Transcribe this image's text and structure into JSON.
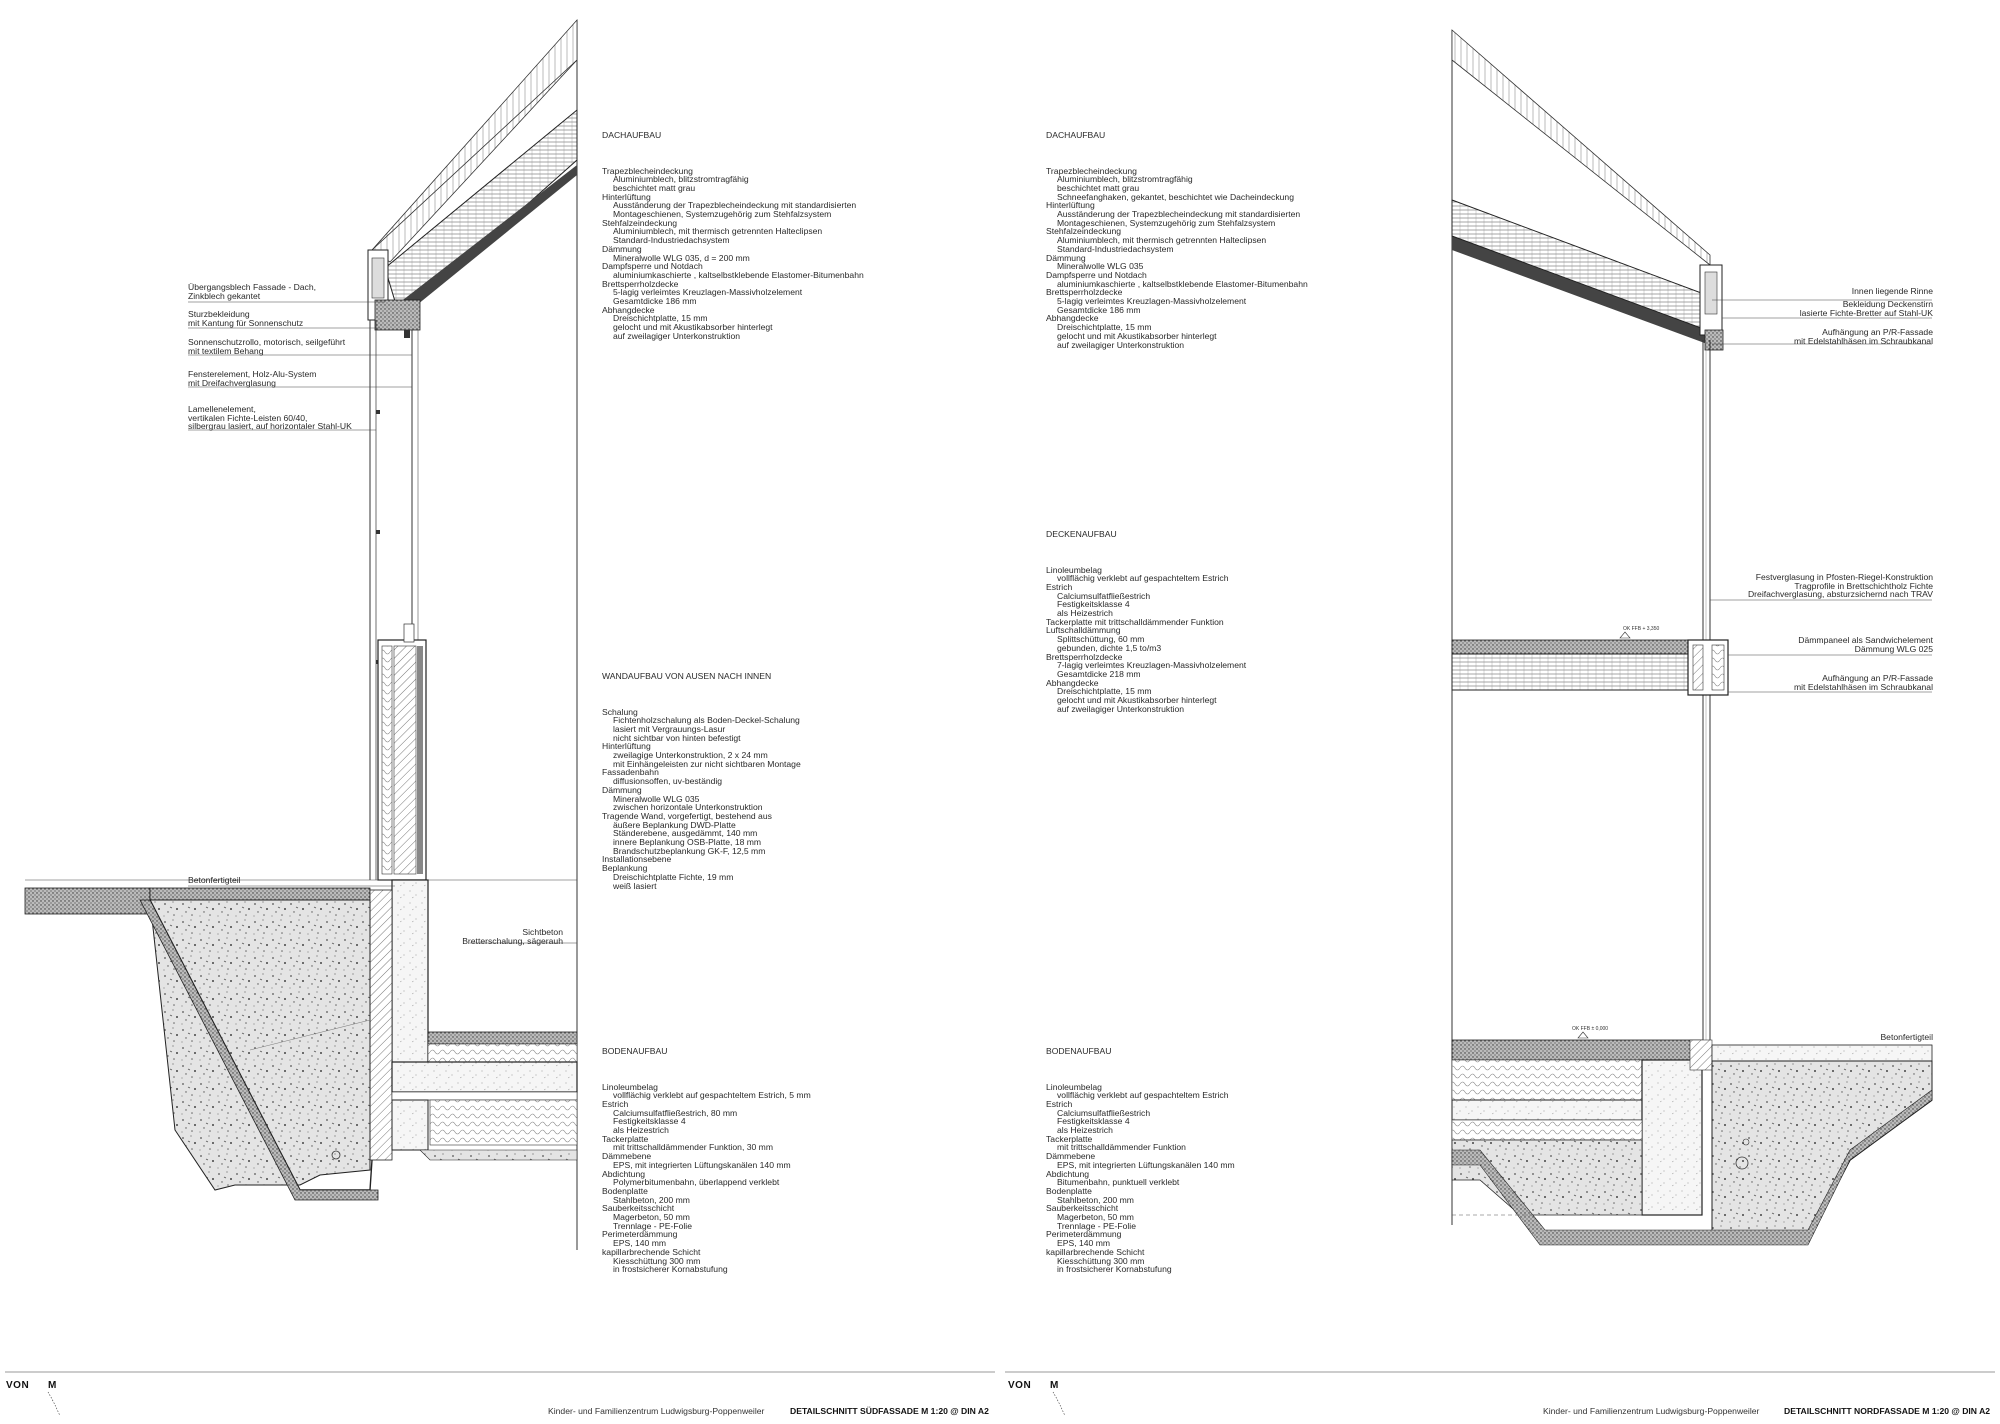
{
  "left": {
    "roof": {
      "heading": "DACHAUFBAU",
      "lines": [
        {
          "t": "Trapezblecheindeckung",
          "i": 0
        },
        {
          "t": "Aluminiumblech, blitzstromtragfähig",
          "i": 1
        },
        {
          "t": "beschichtet matt grau",
          "i": 1
        },
        {
          "t": "Hinterlüftung",
          "i": 0
        },
        {
          "t": "Ausständerung der Trapezblecheindeckung mit standardisierten",
          "i": 1
        },
        {
          "t": "Montageschienen, Systemzugehörig zum Stehfalzsystem",
          "i": 1
        },
        {
          "t": "Stehfalzeindeckung",
          "i": 0
        },
        {
          "t": "Aluminiumblech, mit thermisch getrennten Halteclipsen",
          "i": 1
        },
        {
          "t": "Standard-Industriedachsystem",
          "i": 1
        },
        {
          "t": "Dämmung",
          "i": 0
        },
        {
          "t": "Mineralwolle WLG 035, d = 200 mm",
          "i": 1
        },
        {
          "t": "Dampfsperre und Notdach",
          "i": 0
        },
        {
          "t": "aluminiumkaschierte , kaltselbstklebende Elastomer-Bitumenbahn",
          "i": 1
        },
        {
          "t": "Brettsperrholzdecke",
          "i": 0
        },
        {
          "t": "5-lagig verleimtes Kreuzlagen-Massivholzelement",
          "i": 1
        },
        {
          "t": "Gesamtdicke 186 mm",
          "i": 1
        },
        {
          "t": "Abhangdecke",
          "i": 0
        },
        {
          "t": "Dreischichtplatte, 15 mm",
          "i": 1
        },
        {
          "t": "gelocht und mit Akustikabsorber hinterlegt",
          "i": 1
        },
        {
          "t": "auf zweilagiger Unterkonstruktion",
          "i": 1
        }
      ]
    },
    "wall": {
      "heading": "WANDAUFBAU VON AUSEN NACH INNEN",
      "lines": [
        {
          "t": "Schalung",
          "i": 0
        },
        {
          "t": "Fichtenholzschalung als Boden-Deckel-Schalung",
          "i": 1
        },
        {
          "t": "lasiert mit Vergrauungs-Lasur",
          "i": 1
        },
        {
          "t": "nicht sichtbar von hinten befestigt",
          "i": 1
        },
        {
          "t": "Hinterlüftung",
          "i": 0
        },
        {
          "t": "zweilagige Unterkonstruktion, 2 x 24 mm",
          "i": 1
        },
        {
          "t": "mit Einhängeleisten zur nicht sichtbaren Montage",
          "i": 1
        },
        {
          "t": "Fassadenbahn",
          "i": 0
        },
        {
          "t": "diffusionsoffen, uv-beständig",
          "i": 1
        },
        {
          "t": "Dämmung",
          "i": 0
        },
        {
          "t": "Mineralwolle WLG 035",
          "i": 1
        },
        {
          "t": "zwischen horizontale Unterkonstruktion",
          "i": 1
        },
        {
          "t": "Tragende Wand, vorgefertigt, bestehend aus",
          "i": 0
        },
        {
          "t": "äußere Beplankung DWD-Platte",
          "i": 1
        },
        {
          "t": "Ständerebene, ausgedämmt, 140 mm",
          "i": 1
        },
        {
          "t": "innere Beplankung OSB-Platte, 18 mm",
          "i": 1
        },
        {
          "t": "Brandschutzbeplankung GK-F, 12,5 mm",
          "i": 1
        },
        {
          "t": "Installationsebene",
          "i": 0
        },
        {
          "t": "Beplankung",
          "i": 0
        },
        {
          "t": "Dreischichtplatte Fichte, 19 mm",
          "i": 1
        },
        {
          "t": "weiß lasiert",
          "i": 1
        }
      ]
    },
    "floor": {
      "heading": "BODENAUFBAU",
      "lines": [
        {
          "t": "Linoleumbelag",
          "i": 0
        },
        {
          "t": "vollflächig verklebt auf gespachteltem Estrich, 5 mm",
          "i": 1
        },
        {
          "t": "Estrich",
          "i": 0
        },
        {
          "t": "Calciumsulfatfließestrich, 80 mm",
          "i": 1
        },
        {
          "t": "Festigkeitsklasse 4",
          "i": 1
        },
        {
          "t": "als Heizestrich",
          "i": 1
        },
        {
          "t": "Tackerplatte",
          "i": 0
        },
        {
          "t": "mit trittschalldämmender Funktion, 30 mm",
          "i": 1
        },
        {
          "t": "Dämmebene",
          "i": 0
        },
        {
          "t": "EPS, mit integrierten Lüftungskanälen 140 mm",
          "i": 1
        },
        {
          "t": "Abdichtung",
          "i": 0
        },
        {
          "t": "Polymerbitumenbahn, überlappend verklebt",
          "i": 1
        },
        {
          "t": "Bodenplatte",
          "i": 0
        },
        {
          "t": "Stahlbeton, 200 mm",
          "i": 1
        },
        {
          "t": "Sauberkeitsschicht",
          "i": 0
        },
        {
          "t": "Magerbeton, 50 mm",
          "i": 1
        },
        {
          "t": "Trennlage - PE-Folie",
          "i": 1
        },
        {
          "t": "Perimeterdämmung",
          "i": 0
        },
        {
          "t": "EPS, 140 mm",
          "i": 1
        },
        {
          "t": "kapillarbrechende Schicht",
          "i": 0
        },
        {
          "t": "Kiesschüttung 300 mm",
          "i": 1
        },
        {
          "t": "in frostsicherer Kornabstufung",
          "i": 1
        }
      ]
    },
    "annotations": [
      "Übergangsblech Fassade - Dach,\nZinkblech gekantet",
      "Sturzbekleidung\nmit Kantung für Sonnenschutz",
      "Sonnenschutzrollo, motorisch, seilgeführt\nmit textilem Behang",
      "Fensterelement, Holz-Alu-System\nmit Dreifachverglasung",
      "Lamellenelement,\nvertikalen Fichte-Leisten 60/40,\nsilbergrau lasiert, auf horizontaler Stahl-UK",
      "Betonfertigteil",
      "Sichtbeton\nBretterschalung, sägerauh"
    ],
    "footer": {
      "logo_a": "VON",
      "logo_b": "M",
      "project": "Kinder- und Familienzentrum Ludwigsburg-Poppenweiler",
      "sheet": "DETAILSCHNITT SÜDFASSADE  M 1:20 @ DIN A2"
    }
  },
  "right": {
    "roof": {
      "heading": "DACHAUFBAU",
      "lines": [
        {
          "t": "Trapezblecheindeckung",
          "i": 0
        },
        {
          "t": "Aluminiumblech, blitzstromtragfähig",
          "i": 1
        },
        {
          "t": "beschichtet matt grau",
          "i": 1
        },
        {
          "t": "Schneefanghaken, gekantet, beschichtet wie Dacheindeckung",
          "i": 1
        },
        {
          "t": "Hinterlüftung",
          "i": 0
        },
        {
          "t": "Ausständerung der Trapezblecheindeckung mit standardisierten",
          "i": 1
        },
        {
          "t": "Montageschienen, Systemzugehörig zum Stehfalzsystem",
          "i": 1
        },
        {
          "t": "Stehfalzeindeckung",
          "i": 0
        },
        {
          "t": "Aluminiumblech, mit thermisch getrennten Halteclipsen",
          "i": 1
        },
        {
          "t": "Standard-Industriedachsystem",
          "i": 1
        },
        {
          "t": "Dämmung",
          "i": 0
        },
        {
          "t": "Mineralwolle WLG 035",
          "i": 1
        },
        {
          "t": "Dampfsperre und Notdach",
          "i": 0
        },
        {
          "t": "aluminiumkaschierte , kaltselbstklebende Elastomer-Bitumenbahn",
          "i": 1
        },
        {
          "t": "Brettsperrholzdecke",
          "i": 0
        },
        {
          "t": "5-lagig verleimtes Kreuzlagen-Massivholzelement",
          "i": 1
        },
        {
          "t": "Gesamtdicke 186 mm",
          "i": 1
        },
        {
          "t": "Abhangdecke",
          "i": 0
        },
        {
          "t": "Dreischichtplatte, 15 mm",
          "i": 1
        },
        {
          "t": "gelocht und mit Akustikabsorber hinterlegt",
          "i": 1
        },
        {
          "t": "auf zweilagiger Unterkonstruktion",
          "i": 1
        }
      ]
    },
    "ceiling": {
      "heading": "DECKENAUFBAU",
      "lines": [
        {
          "t": "Linoleumbelag",
          "i": 0
        },
        {
          "t": "vollflächig verklebt auf gespachteltem Estrich",
          "i": 1
        },
        {
          "t": "Estrich",
          "i": 0
        },
        {
          "t": "Calciumsulfatfließestrich",
          "i": 1
        },
        {
          "t": "Festigkeitsklasse 4",
          "i": 1
        },
        {
          "t": "als Heizestrich",
          "i": 1
        },
        {
          "t": "Tackerplatte mit trittschalldämmender Funktion",
          "i": 0
        },
        {
          "t": "Luftschalldämmung",
          "i": 0
        },
        {
          "t": "Splittschüttung, 60 mm",
          "i": 1
        },
        {
          "t": "gebunden, dichte 1,5 to/m3",
          "i": 1
        },
        {
          "t": "Brettsperrholzdecke",
          "i": 0
        },
        {
          "t": "7-lagig verleimtes Kreuzlagen-Massivholzelement",
          "i": 1
        },
        {
          "t": "Gesamtdicke 218 mm",
          "i": 1
        },
        {
          "t": "Abhangdecke",
          "i": 0
        },
        {
          "t": "Dreischichtplatte, 15 mm",
          "i": 1
        },
        {
          "t": "gelocht und mit Akustikabsorber hinterlegt",
          "i": 1
        },
        {
          "t": "auf zweilagiger Unterkonstruktion",
          "i": 1
        }
      ]
    },
    "floor": {
      "heading": "BODENAUFBAU",
      "lines": [
        {
          "t": "Linoleumbelag",
          "i": 0
        },
        {
          "t": "vollflächig verklebt auf gespachteltem Estrich",
          "i": 1
        },
        {
          "t": "Estrich",
          "i": 0
        },
        {
          "t": "Calciumsulfatfließestrich",
          "i": 1
        },
        {
          "t": "Festigkeitsklasse 4",
          "i": 1
        },
        {
          "t": "als Heizestrich",
          "i": 1
        },
        {
          "t": "Tackerplatte",
          "i": 0
        },
        {
          "t": "mit trittschalldämmender Funktion",
          "i": 1
        },
        {
          "t": "Dämmebene",
          "i": 0
        },
        {
          "t": "EPS, mit integrierten Lüftungskanälen 140 mm",
          "i": 1
        },
        {
          "t": "Abdichtung",
          "i": 0
        },
        {
          "t": "Bitumenbahn, punktuell verklebt",
          "i": 1
        },
        {
          "t": "Bodenplatte",
          "i": 0
        },
        {
          "t": "Stahlbeton, 200 mm",
          "i": 1
        },
        {
          "t": "Sauberkeitsschicht",
          "i": 0
        },
        {
          "t": "Magerbeton, 50 mm",
          "i": 1
        },
        {
          "t": "Trennlage - PE-Folie",
          "i": 1
        },
        {
          "t": "Perimeterdämmung",
          "i": 0
        },
        {
          "t": "EPS, 140 mm",
          "i": 1
        },
        {
          "t": "kapillarbrechende Schicht",
          "i": 0
        },
        {
          "t": "Kiesschüttung 300 mm",
          "i": 1
        },
        {
          "t": "in frostsicherer Kornabstufung",
          "i": 1
        }
      ]
    },
    "annotations": [
      "Innen liegende Rinne",
      "Bekleidung Deckenstirn\nlasierte Fichte-Bretter auf Stahl-UK",
      "Aufhängung an P/R-Fassade\nmit Edelstahlhäsen im Schraubkanal",
      "Festverglasung in Pfosten-Riegel-Konstruktion\nTragprofile in Brettschichtholz Fichte\nDreifachverglasung, absturzsichernd nach TRAV",
      "Dämmpaneel als Sandwichelement\nDämmung WLG 025",
      "Aufhängung an P/R-Fassade\nmit Edelstahlhäsen im Schraubkanal",
      "Betonfertigteil"
    ],
    "levels": [
      "OK FFB + 3,350",
      "OK FFB ± 0,000"
    ],
    "footer": {
      "logo_a": "VON",
      "logo_b": "M",
      "project": "Kinder- und Familienzentrum Ludwigsburg-Poppenweiler",
      "sheet": "DETAILSCHNITT NORDFASSADE  M 1:20 @ DIN A2"
    }
  }
}
